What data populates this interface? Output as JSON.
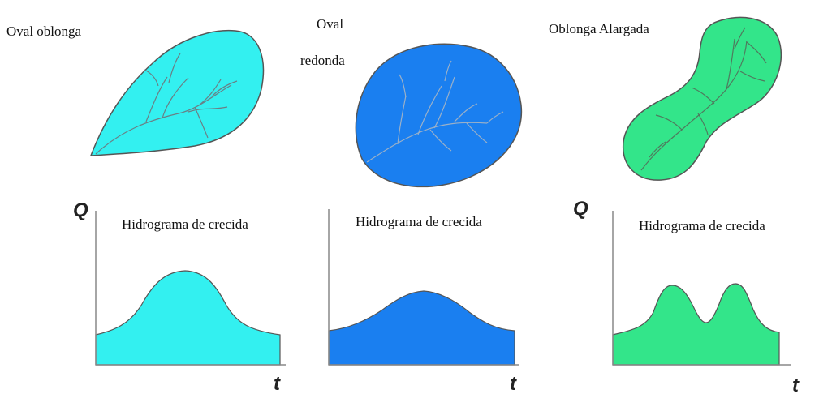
{
  "basins": [
    {
      "label": "Oval oblonga",
      "fill": "#33f0f0"
    },
    {
      "label": "Oval\nredonda",
      "line1": "Oval",
      "line2": "redonda",
      "fill": "#1a7ff0"
    },
    {
      "label": "Oblonga Alargada",
      "fill": "#33e58a"
    }
  ],
  "hydrographs": [
    {
      "title": "Hidrograma de crecida",
      "y_axis": "Q",
      "x_axis": "t",
      "peaks": 1,
      "fill": "#33f0f0"
    },
    {
      "title": "Hidrograma de crecida",
      "y_axis": "",
      "x_axis": "t",
      "peaks": 1,
      "fill": "#1a7ff0"
    },
    {
      "title": "Hidrograma de crecida",
      "y_axis": "Q",
      "x_axis": "t",
      "peaks": 2,
      "fill": "#33e58a"
    }
  ],
  "colors": {
    "cyan": "#33f0f0",
    "blue": "#1a7ff0",
    "green": "#33e58a",
    "outline": "#555555",
    "axis": "#888888"
  }
}
